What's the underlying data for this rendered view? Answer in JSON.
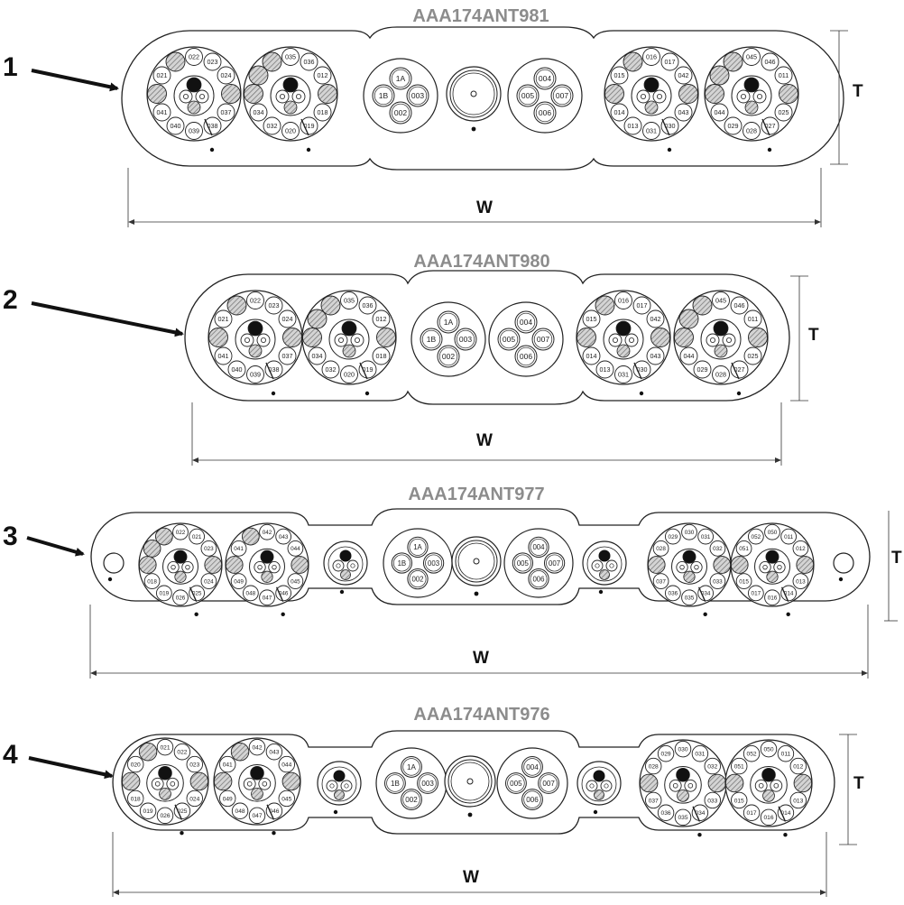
{
  "colors": {
    "line": "#222222",
    "title": "#8c8c8c",
    "hatch": "#bdbdbd",
    "background": "#ffffff"
  },
  "dimension_labels": {
    "width": "W",
    "thickness": "T"
  },
  "callout_icon": "arrow-icon",
  "center_groups": {
    "left": [
      "1A",
      "1B",
      "003",
      "002"
    ],
    "right": [
      "004",
      "005",
      "007",
      "006"
    ]
  },
  "sections": [
    {
      "number": "1",
      "title": "AAA174ANT981",
      "bundles": [
        [
          "022",
          "023",
          "024",
          "037",
          "038",
          "039",
          "040",
          "041",
          "021"
        ],
        [
          "035",
          "036",
          "012",
          "018",
          "019",
          "020",
          "032",
          "034"
        ],
        [
          "016",
          "017",
          "042",
          "043",
          "030",
          "031",
          "013",
          "014",
          "015"
        ],
        [
          "045",
          "046",
          "011",
          "025",
          "027",
          "028",
          "029",
          "044"
        ]
      ]
    },
    {
      "number": "2",
      "title": "AAA174ANT980",
      "bundles": [
        [
          "022",
          "023",
          "024",
          "037",
          "038",
          "039",
          "040",
          "041",
          "021"
        ],
        [
          "035",
          "036",
          "012",
          "018",
          "019",
          "020",
          "032",
          "034"
        ],
        [
          "016",
          "017",
          "042",
          "043",
          "030",
          "031",
          "013",
          "014",
          "015"
        ],
        [
          "045",
          "046",
          "011",
          "025",
          "027",
          "028",
          "029",
          "044"
        ]
      ]
    },
    {
      "number": "3",
      "title": "AAA174ANT977",
      "bundles": [
        [
          "022",
          "021",
          "023",
          "024",
          "025",
          "026",
          "019",
          "018"
        ],
        [
          "042",
          "043",
          "044",
          "045",
          "046",
          "047",
          "048",
          "049",
          "041"
        ],
        [
          "030",
          "031",
          "032",
          "033",
          "034",
          "035",
          "036",
          "037",
          "028",
          "029"
        ],
        [
          "050",
          "011",
          "012",
          "013",
          "014",
          "016",
          "017",
          "015",
          "051",
          "052"
        ]
      ]
    },
    {
      "number": "4",
      "title": "AAA174ANT976",
      "bundles": [
        [
          "021",
          "022",
          "023",
          "024",
          "025",
          "026",
          "019",
          "018",
          "020"
        ],
        [
          "042",
          "043",
          "044",
          "045",
          "046",
          "047",
          "048",
          "049",
          "041"
        ],
        [
          "030",
          "031",
          "032",
          "033",
          "034",
          "035",
          "036",
          "037",
          "028",
          "029"
        ],
        [
          "050",
          "011",
          "012",
          "013",
          "014",
          "016",
          "017",
          "015",
          "051",
          "052"
        ]
      ]
    }
  ]
}
